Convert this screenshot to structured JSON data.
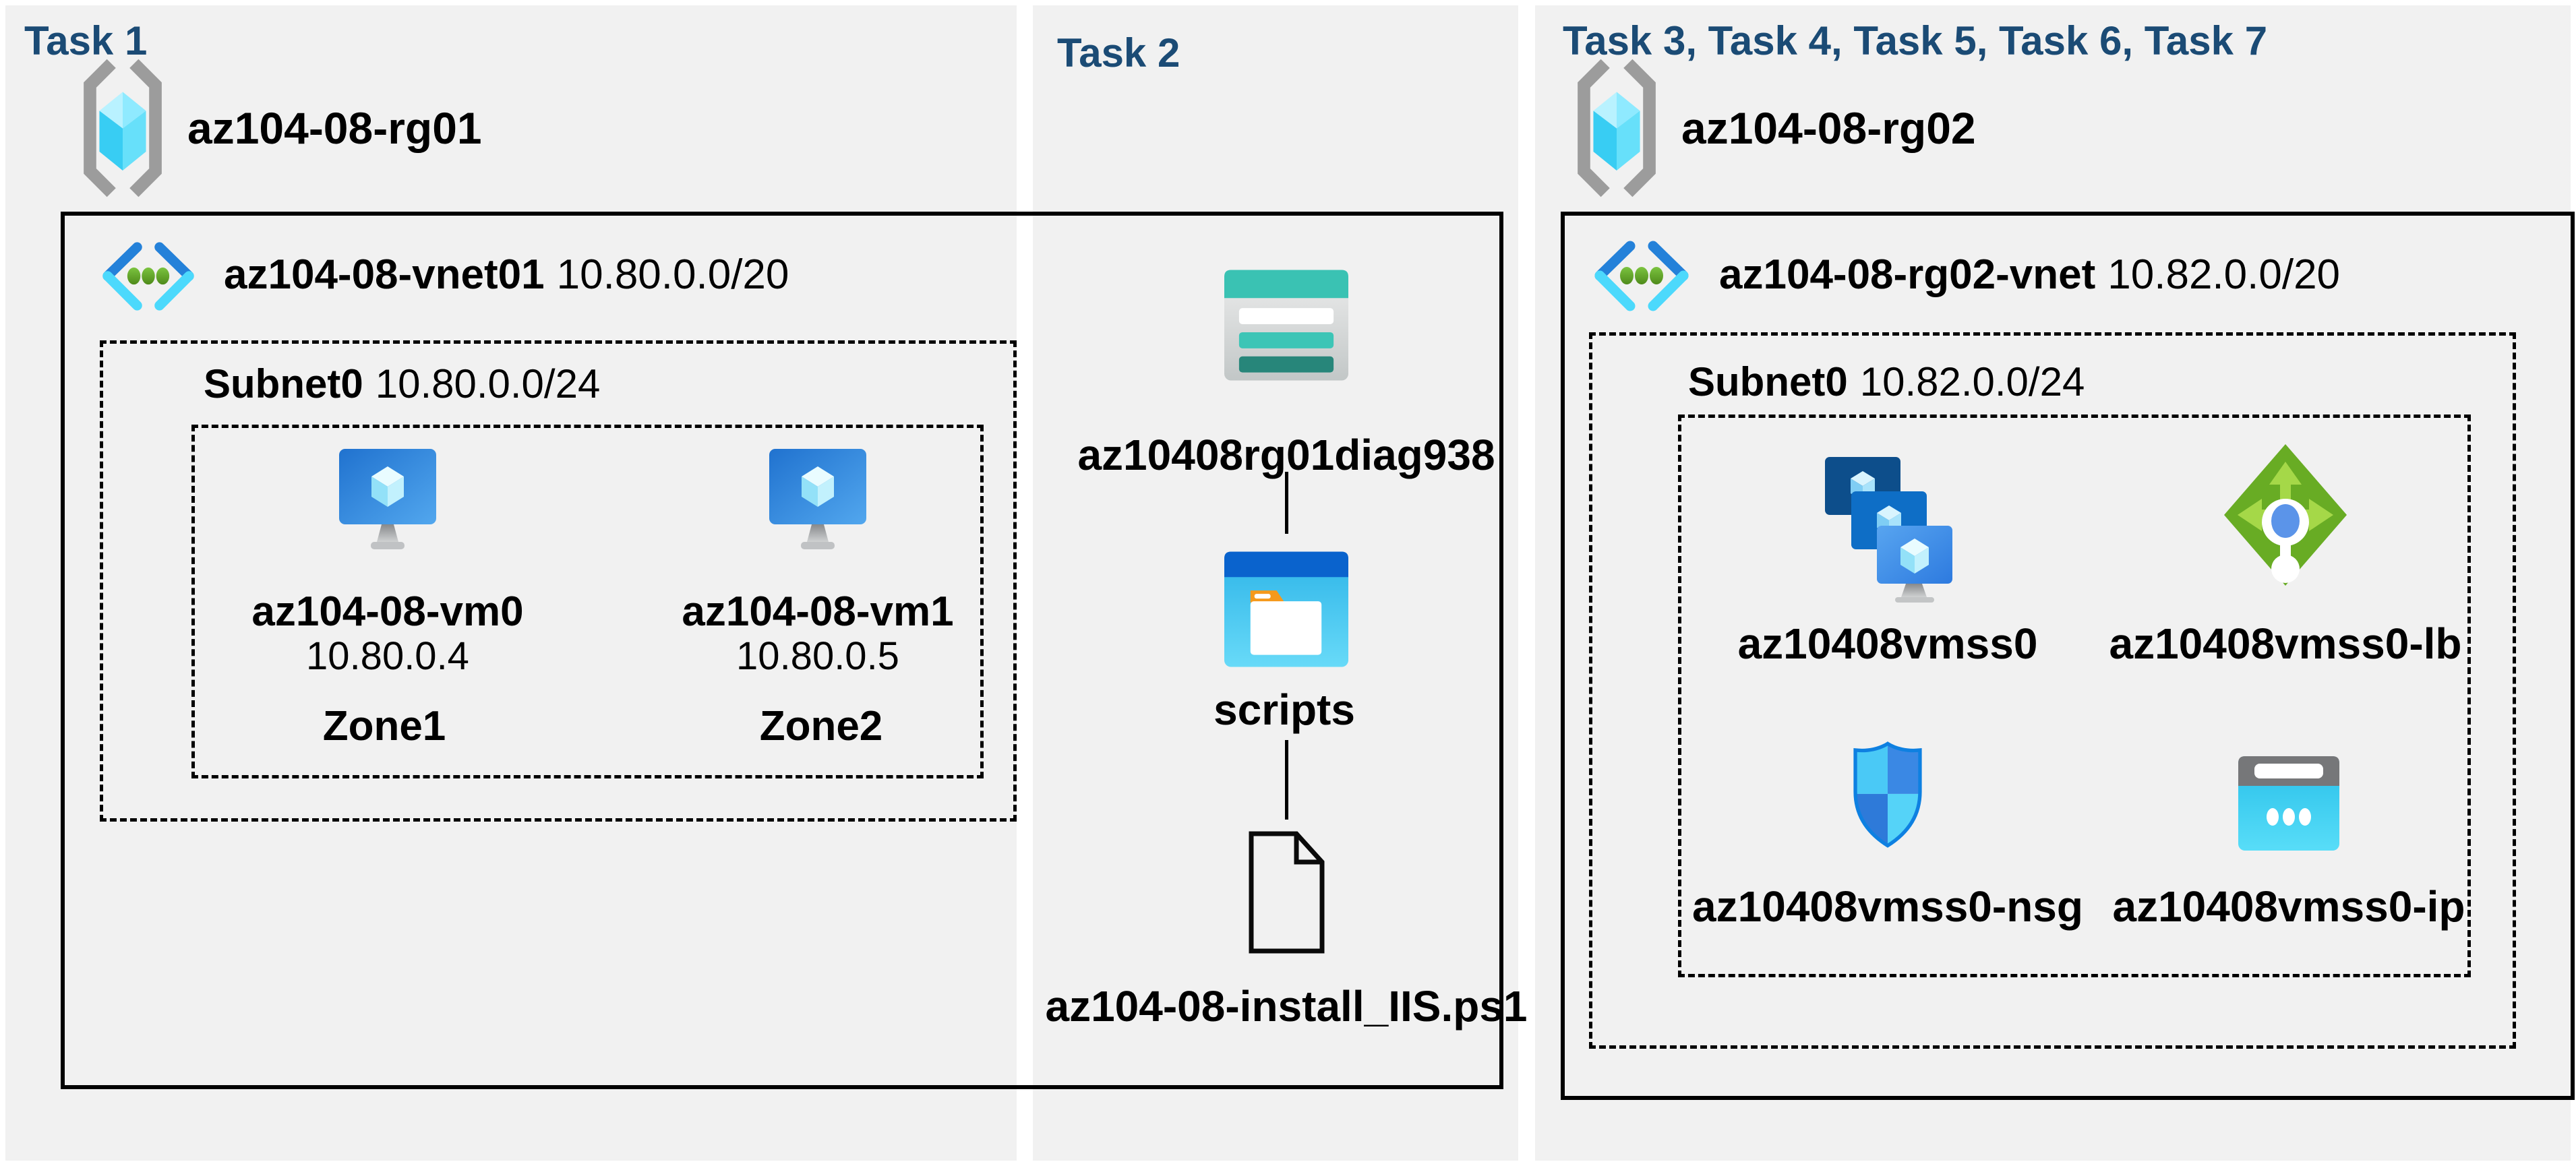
{
  "titles": {
    "task1": "Task 1",
    "task2": "Task 2",
    "task3": "Task 3, Task 4, Task 5, Task 6, Task 7"
  },
  "task1": {
    "resource_group": {
      "name": "az104-08-rg01"
    },
    "vnet": {
      "name": "az104-08-vnet01",
      "cidr": "10.80.0.0/20"
    },
    "subnet": {
      "name": "Subnet0",
      "cidr": "10.80.0.0/24"
    },
    "vms": [
      {
        "name": "az104-08-vm0",
        "ip": "10.80.0.4",
        "zone": "Zone1"
      },
      {
        "name": "az104-08-vm1",
        "ip": "10.80.0.5",
        "zone": "Zone2"
      }
    ]
  },
  "task2": {
    "storage_account": "az10408rg01diag938",
    "container": "scripts",
    "script_file": "az104-08-install_IIS.ps1"
  },
  "task3": {
    "resource_group": {
      "name": "az104-08-rg02"
    },
    "vnet": {
      "name": "az104-08-rg02-vnet",
      "cidr": "10.82.0.0/20"
    },
    "subnet": {
      "name": "Subnet0",
      "cidr": "10.82.0.0/24"
    },
    "resources": [
      {
        "name": "az10408vmss0"
      },
      {
        "name": "az10408vmss0-lb"
      },
      {
        "name": "az10408vmss0-nsg"
      },
      {
        "name": "az10408vmss0-ip"
      }
    ]
  },
  "icons": {
    "resource-group": "gray-brackets-cyan-cube",
    "virtual-network": "blue-chevrons-green-dots",
    "virtual-machine": "blue-monitor-with-cube",
    "storage-account": "teal-table-rows",
    "blob-container": "blue-window-white-folder",
    "script-file": "document-outline-folded-corner",
    "vm-scale-set": "three-stacked-vm-monitors",
    "load-balancer": "green-diamond-arrows",
    "network-security-group": "blue-quadrant-shield",
    "public-ip": "cyan-sign-three-dots"
  },
  "colors": {
    "page_bg": "#ffffff",
    "panel_bg": "#f1f1f1",
    "title_text": "#1b4b75",
    "body_text": "#000000",
    "box_border": "#000000",
    "storage_teal": "#3ac2b3",
    "folder_orange": "#f5991c",
    "lb_green": "#68ac24",
    "azure_blue": "#2072cf"
  }
}
